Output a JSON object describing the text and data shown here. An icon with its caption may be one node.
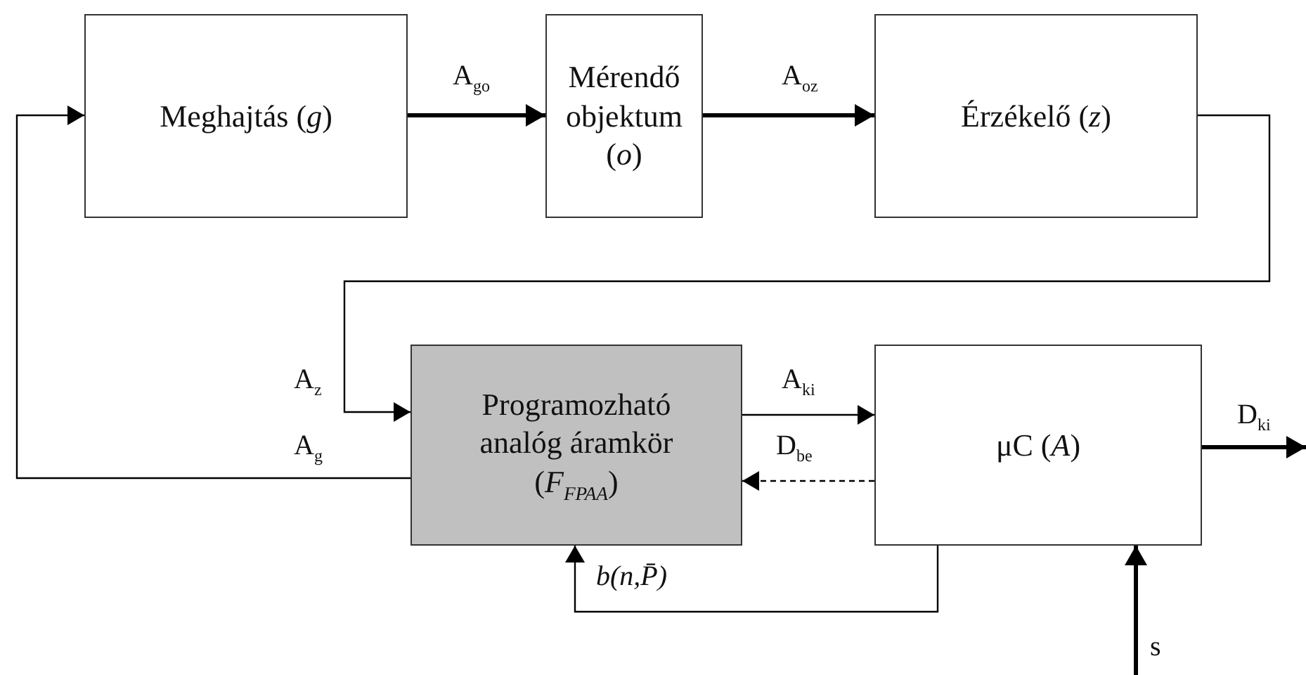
{
  "diagram": {
    "nodes": [
      {
        "text": [
          "Meghajtás (*g*)"
        ]
      },
      {
        "text": [
          "Mérendő objektum (*o*)"
        ]
      },
      {
        "text": [
          "Érzékelő (*z*)"
        ]
      },
      {
        "text": [
          "Programozható analóg áramkör (*F*$_{FPAA}$)"
        ]
      },
      {
        "text": [
          "μC (*A*)"
        ]
      }
    ],
    "edges": [
      {
        "from": 0,
        "to": 1,
        "arrow": "to",
        "label": "A$_{go}$",
        "style": "thick"
      },
      {
        "from": 1,
        "to": 2,
        "arrow": "to",
        "label": "A$_{oz}$",
        "style": "thick"
      },
      {
        "from": 2,
        "to": 3,
        "arrow": "to",
        "label": "A$_{z}$"
      },
      {
        "from": 3,
        "to": 0,
        "arrow": "to",
        "label": "A$_{g}$"
      },
      {
        "from": 3,
        "to": 4,
        "arrow": "to",
        "label": "A$_{ki}$"
      },
      {
        "from": 4,
        "to": 3,
        "arrow": "to",
        "label": "D$_{be}$",
        "style": "dashed"
      },
      {
        "from": 4,
        "to": 3,
        "arrow": "to",
        "label": "*b(n,P̄)*"
      },
      {
        "from": 4,
        "to": null,
        "arrow": "to",
        "label": "D$_{ki}$",
        "style": "thick"
      },
      {
        "from": null,
        "to": 4,
        "arrow": "to",
        "label": "s",
        "style": "thick"
      }
    ]
  }
}
